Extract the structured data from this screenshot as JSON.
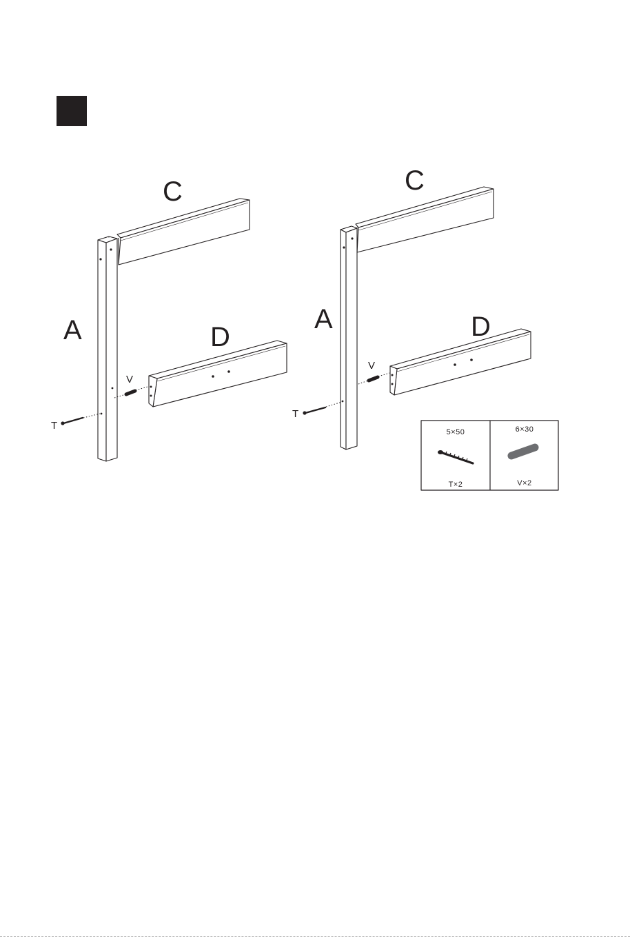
{
  "step": {
    "number": ""
  },
  "assemblies": [
    {
      "id": "left",
      "labels": {
        "post": "A",
        "top_rail": "C",
        "lower_rail": "D",
        "dowel": "V",
        "screw": "T"
      }
    },
    {
      "id": "right",
      "labels": {
        "post": "A",
        "top_rail": "C",
        "lower_rail": "D",
        "dowel": "V",
        "screw": "T"
      }
    }
  ],
  "hardware": {
    "screw": {
      "size": "5×50",
      "qty": "T×2",
      "icon": "screw-icon"
    },
    "dowel": {
      "size": "6×30",
      "qty": "V×2",
      "icon": "dowel-icon"
    }
  },
  "colors": {
    "ink": "#231f20",
    "dowel": "#6d6e71",
    "paper": "#ffffff"
  }
}
